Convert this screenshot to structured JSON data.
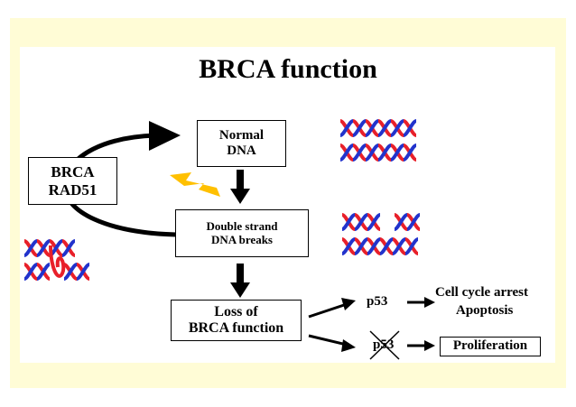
{
  "title": "BRCA function",
  "boxes": {
    "brca_rad51": "BRCA\nRAD51",
    "normal_dna": "Normal\nDNA",
    "double_strand": "Double strand\nDNA breaks",
    "loss_brca": "Loss  of\nBRCA function",
    "proliferation": "Proliferation"
  },
  "labels": {
    "p53_top": "p53",
    "p53_bottom": "p53",
    "cell_cycle_arrest": "Cell cycle arrest",
    "apoptosis": "Apoptosis"
  },
  "colors": {
    "dna_red": "#e8202a",
    "dna_blue": "#2233cc",
    "lightning": "#ffc000",
    "frame_bg": "#fffcd6"
  }
}
